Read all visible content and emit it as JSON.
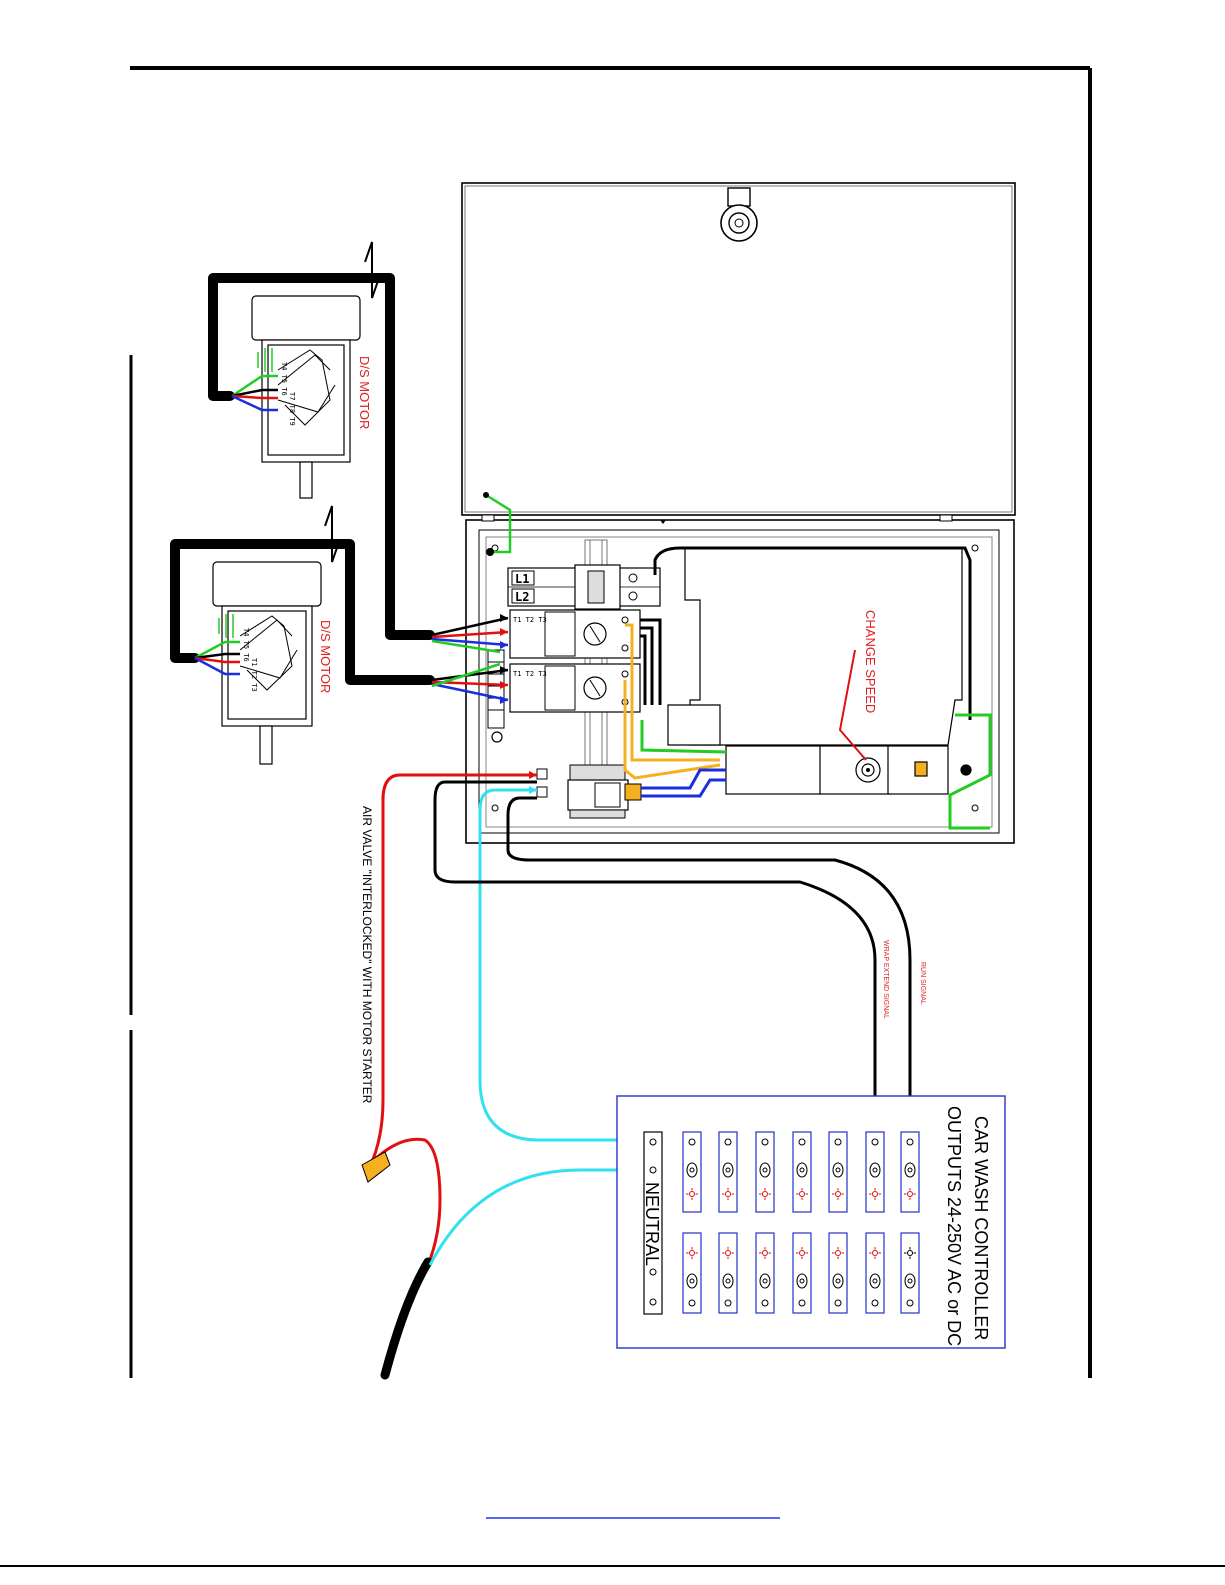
{
  "labels": {
    "motor_top": "D/S MOTOR",
    "motor_bottom": "D/S MOTOR",
    "change_speed": "CHANGE SPEED",
    "air_valve_note": "AIR VALVE \"INTERLOCKED\" WITH MOTOR STARTER",
    "wrap_signal": "WRAP EXTEND SIGNAL",
    "run_signal": "RUN SIGNAL",
    "controller_title": "CAR WASH CONTROLLER",
    "controller_subtitle": "OUTPUTS 24-250V AC or DC",
    "neutral": "NEUTRAL",
    "breaker_l1": "L1",
    "breaker_l2": "L2",
    "terminals_top": "T1 T2 T3",
    "terminals_bottom": "T1 T2 T3",
    "motor_leads_a": "T4 T5 T6",
    "motor_leads_b": "T7 T8 T9",
    "motor_leads_c": "T1 T2 T3"
  },
  "colors": {
    "red_label": "#e02020",
    "wire_black": "#000000",
    "wire_red": "#e01010",
    "wire_blue": "#1a2ee0",
    "wire_green": "#22cc22",
    "wire_cyan": "#33e0ee",
    "wire_orange": "#f5b020",
    "controller_border": "#2233cc",
    "link_underline": "#2233ee"
  }
}
